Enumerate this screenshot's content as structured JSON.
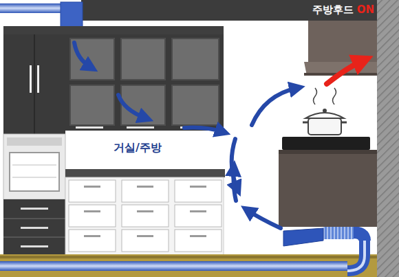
{
  "diagram": {
    "labels": [
      "주방후드",
      "ON",
      "거실/주방"
    ]
  }
}
